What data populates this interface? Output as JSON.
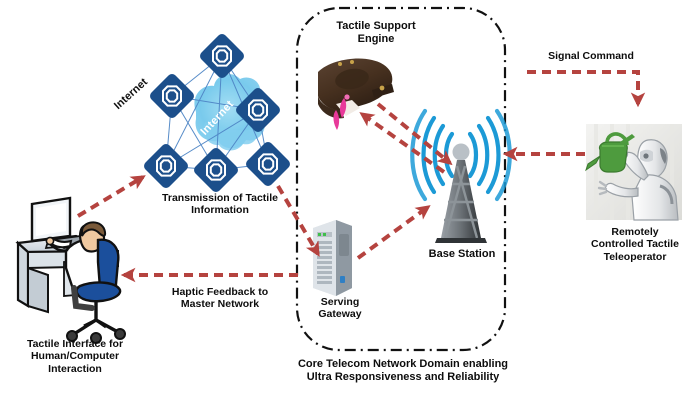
{
  "diagram": {
    "title_caption": "Core Telecom  Network Domain enabling\nUltra  Responsiveness and Reliability",
    "caption_line1": "Core Telecom  Network Domain enabling",
    "caption_line2": "Ultra  Responsiveness and Reliability"
  },
  "nodes": {
    "master": {
      "label_line1": "Tactile Interface for",
      "label_line2": "Human/Computer",
      "label_line3": "Interaction",
      "icon": "desk-workstation-person-icon"
    },
    "internet": {
      "side_label": "Internet",
      "cloud_label": "Internet",
      "caption_line1": "Transmission of Tactile",
      "caption_line2": "Information",
      "node_count": 6,
      "node_icon": "network-node-hexagon-icon",
      "node_color": "#1c4f8b",
      "link_color": "#4f86c6",
      "cloud_color": "#6ec6ef"
    },
    "tactile_support_engine": {
      "label_line1": "Tactile Support",
      "label_line2": "Engine",
      "icon": "haptic-glove-icon"
    },
    "serving_gateway": {
      "label_line1": "Serving",
      "label_line2": "Gateway",
      "icon": "server-tower-icon"
    },
    "base_station": {
      "label": "Base Station",
      "icon": "cell-tower-antenna-icon",
      "wave_color": "#1c9ad6"
    },
    "teleoperator": {
      "label_line1": "Remotely",
      "label_line2": "Controlled Tactile",
      "label_line3": "Teleoperator",
      "icon": "humanoid-robot-watering-can-icon"
    }
  },
  "flows": {
    "haptic_feedback": {
      "label_line1": "Haptic Feedback to",
      "label_line2": "Master Network"
    },
    "signal_command": {
      "label": "Signal Command"
    }
  },
  "colors": {
    "arrow": "#b5433f",
    "domain_border": "#111111",
    "node_blue": "#1c4f8b",
    "wave_blue": "#1c9ad6",
    "glove_brown": "#4a3426",
    "robot_accent": "#4e9b3e"
  }
}
